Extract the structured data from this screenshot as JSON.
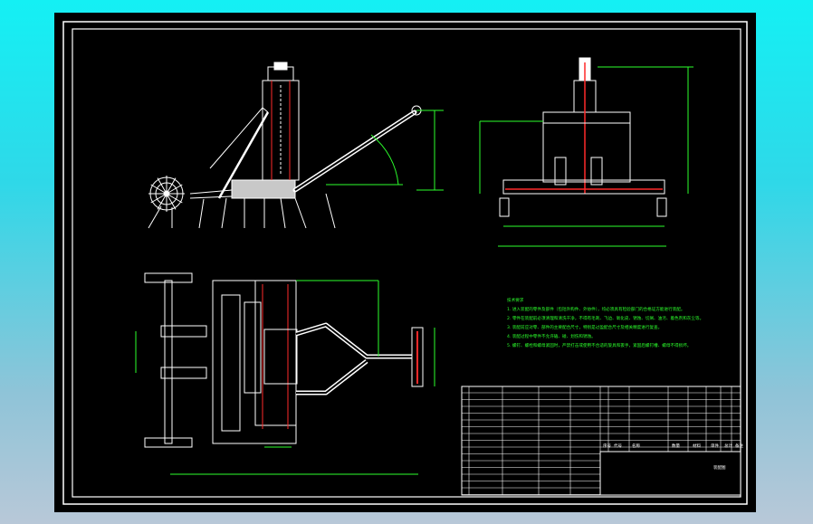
{
  "tech_requirements": {
    "title": "技术要求",
    "lines": [
      "1. 进入装配的零件及部件（包括外购件、外协件），均必须具有检验部门的合格证方能进行装配。",
      "2. 零件在装配前必须清理和清洗干净，不得有毛刺、飞边、氧化皮、锈蚀、切屑、油污、着色剂和灰尘等。",
      "3. 装配前应对零、部件的主要配合尺寸，特别是过盈配合尺寸及相关精度进行复查。",
      "4. 装配过程中零件不允许磕、碰、划伤和锈蚀。",
      "5. 螺钉、螺栓和螺母紧固时，严禁打击或使用不合适的旋具和扳手，紧固后螺钉槽、螺母不得损坏。"
    ]
  },
  "title_block": {
    "header": [
      "序号",
      "代号",
      "名称",
      "数量",
      "材料",
      "单件",
      "总计",
      "备注"
    ],
    "drawing_name": "装配图"
  },
  "colors": {
    "background_top": "#14f0f4",
    "sheet": "#000000",
    "line": "#ffffff",
    "accent_red": "#ff2a2a",
    "dimension_green": "#2cff2c"
  }
}
